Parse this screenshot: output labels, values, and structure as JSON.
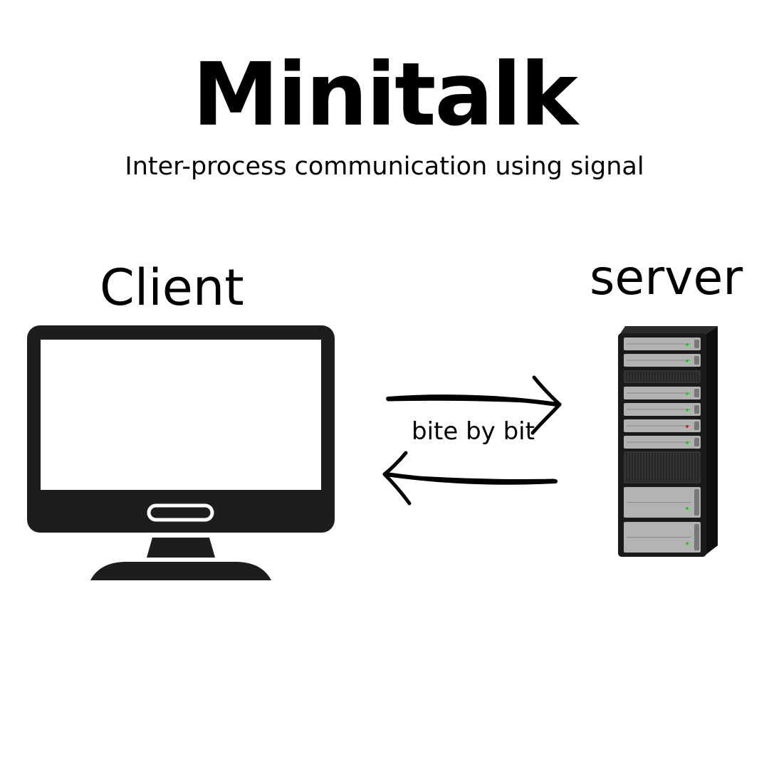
{
  "diagram": {
    "title": "Minitalk",
    "subtitle": "Inter-process communication using signal",
    "client_label": "Client",
    "server_label": "server",
    "arrow_label": "bite by bit",
    "icons": {
      "client": "desktop-monitor-icon",
      "server": "server-rack-icon",
      "forward_arrow": "arrow-right-icon",
      "back_arrow": "arrow-left-icon"
    },
    "colors": {
      "background": "#ffffff",
      "text": "#000000",
      "monitor": "#1e1c1c",
      "rack": "#1a1a1a",
      "unit": "#b3b3b3",
      "led_green": "#22cc22",
      "led_red": "#dd2222"
    }
  }
}
